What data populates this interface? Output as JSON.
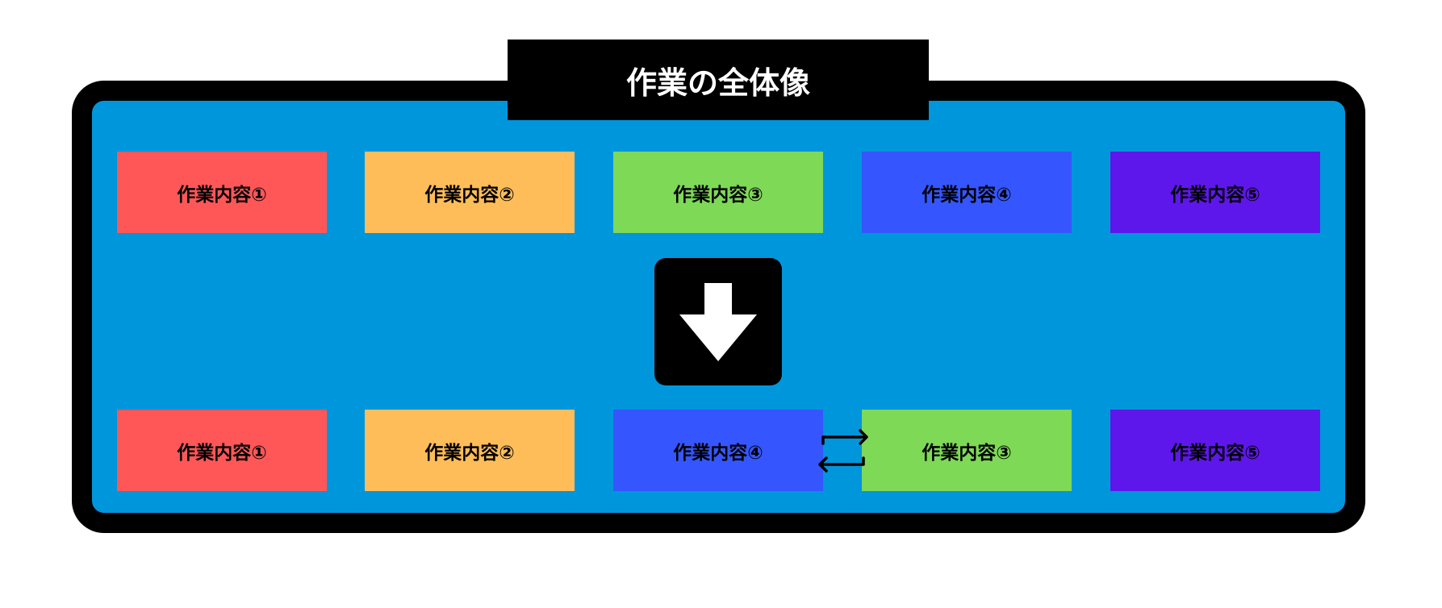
{
  "title": "作業の全体像",
  "colors": {
    "frame": "#0096dc",
    "red": "#ff5757",
    "orange": "#ffbd59",
    "green": "#7ed957",
    "blue": "#3556ff",
    "purple": "#5e17eb"
  },
  "before": [
    {
      "label": "作業内容①",
      "color": "#ff5757"
    },
    {
      "label": "作業内容②",
      "color": "#ffbd59"
    },
    {
      "label": "作業内容③",
      "color": "#7ed957"
    },
    {
      "label": "作業内容④",
      "color": "#3556ff"
    },
    {
      "label": "作業内容⑤",
      "color": "#5e17eb"
    }
  ],
  "after": [
    {
      "label": "作業内容①",
      "color": "#ff5757"
    },
    {
      "label": "作業内容②",
      "color": "#ffbd59"
    },
    {
      "label": "作業内容④",
      "color": "#3556ff"
    },
    {
      "label": "作業内容③",
      "color": "#7ed957"
    },
    {
      "label": "作業内容⑤",
      "color": "#5e17eb"
    }
  ],
  "icons": {
    "transition": "arrow-down-icon",
    "swap": "swap-arrows-icon"
  }
}
